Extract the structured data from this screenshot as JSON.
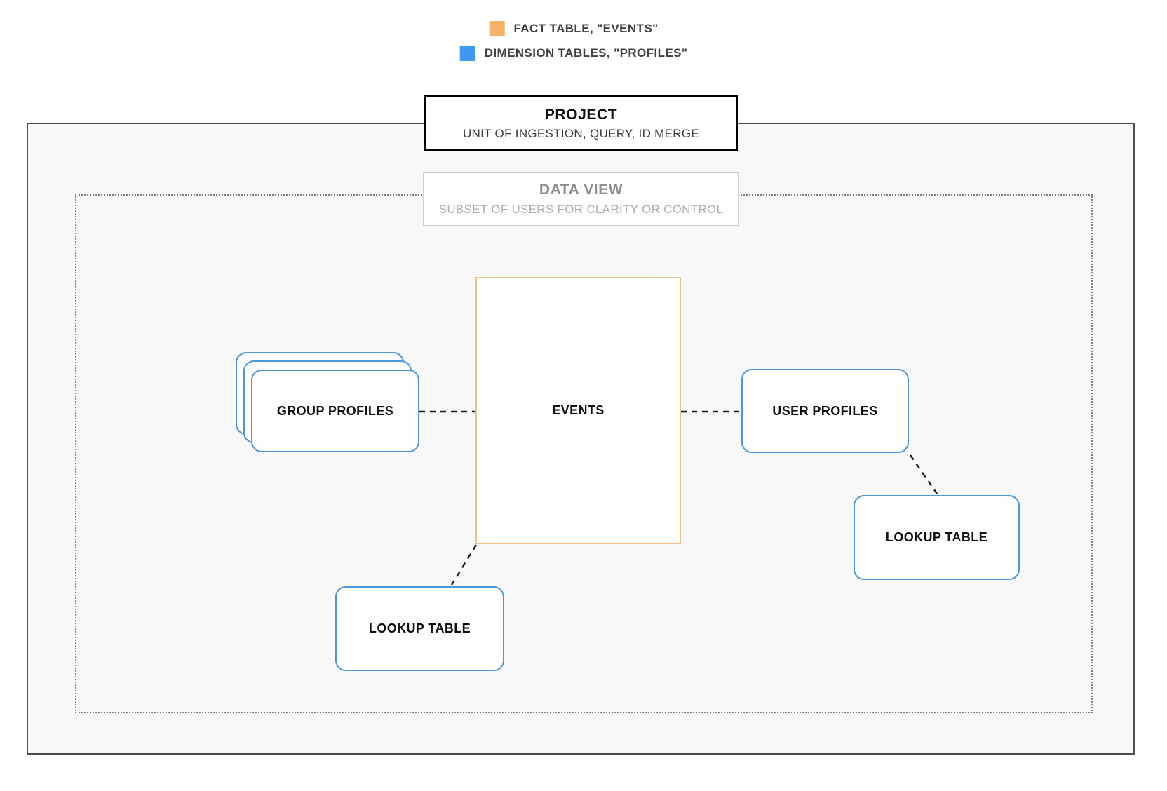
{
  "legend": {
    "items": [
      {
        "id": "fact-table",
        "label": "FACT TABLE, \"EVENTS\"",
        "color": "#f6b269"
      },
      {
        "id": "dimension-tables",
        "label": "DIMENSION TABLES, \"PROFILES\"",
        "color": "#3d99f1"
      }
    ]
  },
  "project": {
    "title": "PROJECT",
    "subtitle": "UNIT OF INGESTION, QUERY, ID MERGE"
  },
  "data_view": {
    "title": "DATA VIEW",
    "subtitle": "SUBSET OF USERS FOR CLARITY OR CONTROL"
  },
  "nodes": {
    "events": {
      "label": "EVENTS",
      "border_color": "#ebc28c"
    },
    "group_profiles": {
      "label": "GROUP PROFILES",
      "border_color": "#4c96d7"
    },
    "user_profiles": {
      "label": "USER PROFILES",
      "border_color": "#4c96d7"
    },
    "lookup_table_left": {
      "label": "LOOKUP TABLE",
      "border_color": "#4c96d7"
    },
    "lookup_table_right": {
      "label": "LOOKUP TABLE",
      "border_color": "#4c96d7"
    }
  },
  "colors": {
    "fact_accent": "#f6b269",
    "dimension_accent": "#3d99f1",
    "project_border": "#000000",
    "outer_boundary_border": "#4d4d4d",
    "boundary_fill": "#f8f8f8",
    "dotted_boundary_border": "#7f7f7f",
    "connector": "#1a1a1a"
  }
}
